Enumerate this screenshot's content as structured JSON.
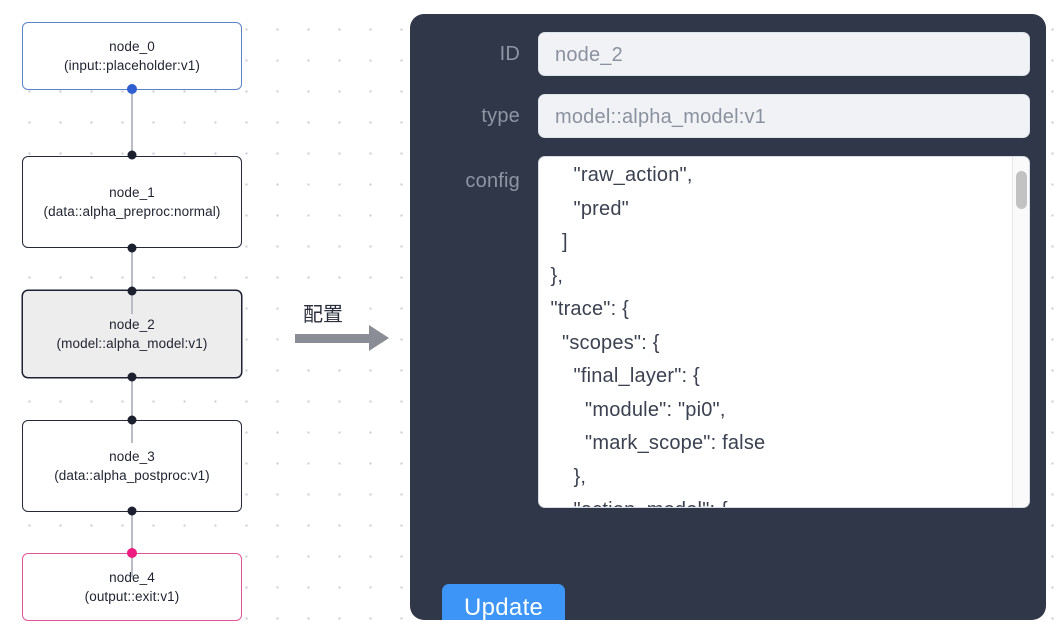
{
  "graph": {
    "nodes": [
      {
        "id": "node_0",
        "type": "(input::placeholder:v1)",
        "state": "start"
      },
      {
        "id": "node_1",
        "type": "(data::alpha_preproc:normal)",
        "state": "normal"
      },
      {
        "id": "node_2",
        "type": "(model::alpha_model:v1)",
        "state": "selected"
      },
      {
        "id": "node_3",
        "type": "(data::alpha_postproc:v1)",
        "state": "normal"
      },
      {
        "id": "node_4",
        "type": "(output::exit:v1)",
        "state": "end"
      }
    ]
  },
  "arrow": {
    "label": "配置",
    "icon": "arrow-right-icon"
  },
  "panel": {
    "id_label": "ID",
    "id_value": "node_2",
    "type_label": "type",
    "type_value": "model::alpha_model:v1",
    "config_label": "config",
    "config_value": "      \"raw_action\",\n      \"pred\"\n    ]\n  },\n  \"trace\": {\n    \"scopes\": {\n      \"final_layer\": {\n        \"module\": \"pi0\",\n        \"mark_scope\": false\n      },\n      \"action_model\": {",
    "update_label": "Update"
  },
  "colors": {
    "panel_bg": "#2f3748",
    "accent_blue": "#3d96f7",
    "node_start_border": "#5c82c8",
    "node_end_border": "#e0559b",
    "node_selected_fill": "#ededed",
    "handle_dark": "#1b1f2e"
  }
}
